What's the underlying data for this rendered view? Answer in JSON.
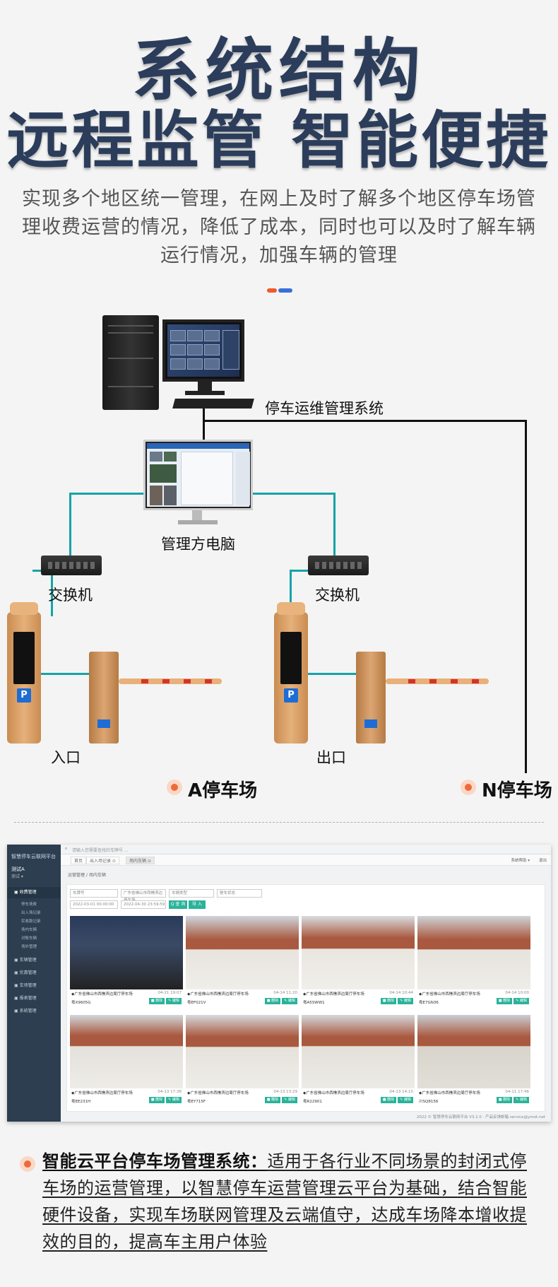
{
  "header": {
    "title_line1": "系统结构",
    "title_line2": "远程监管 智能便捷",
    "intro": "实现多个地区统一管理，在网上及时了解多个地区停车场管理收费运营的情况，降低了成本，同时也可以及时了解车辆运行情况，加强车辆的管理"
  },
  "diagram": {
    "ops_system_label": "停车运维管理系统",
    "manager_pc_label": "管理方电脑",
    "switch_left_label": "交换机",
    "switch_right_label": "交换机",
    "entrance_label": "入口",
    "exit_label": "出口",
    "lot_a_label": "A停车场",
    "lot_n_label": "N停车场",
    "kiosk_p_glyph": "P",
    "line_color": "#111111",
    "network_line_color": "#16a3a8"
  },
  "app": {
    "brand": "智慧停车云联网平台",
    "user": "测试A",
    "user_sub": "测试 ▾",
    "search_placeholder": "请输入您需要查找的车牌号 ...",
    "top_right_1": "系统帮助 ▾",
    "top_right_2": "退出",
    "tabs": [
      "首页",
      "出入场记录 ⊙",
      "场内车辆 ⊙"
    ],
    "breadcrumb": "运营管理 / 场内车辆",
    "sidebar": [
      {
        "label": "▣ 收费管理",
        "active": true
      },
      {
        "label": "▣ 车辆管理",
        "active": false
      },
      {
        "label": "▣ 优惠管理",
        "active": false
      },
      {
        "label": "▣ 车场管理",
        "active": false
      },
      {
        "label": "▣ 报表管理",
        "active": false
      },
      {
        "label": "▣ 系统管理",
        "active": false
      }
    ],
    "sidebar_sub": [
      "停车场费",
      "出入场记录",
      "实收款记录",
      "场内车辆",
      "对账车辆",
      "场外管理"
    ],
    "filters": {
      "plate_placeholder": "车牌号",
      "lot_select": "广东省佛山市西樵滨边停车场",
      "vehicle_type": "车辆类型",
      "park_status": "驶车状态",
      "date_from": "2022-03-01 00:00:00",
      "date_to": "2022-04-30 23:59:59",
      "query_btn": "Q 查 询",
      "import_btn": "导 入"
    },
    "cards": [
      {
        "loc": "◆广东省佛山市西樵滨边周厅停车场",
        "time": "04-21 19:07",
        "plate": "粤X9605G",
        "night": true
      },
      {
        "loc": "◆广东省佛山市西樵滨边周厅停车场",
        "time": "04-14 11:20",
        "plate": "粤EF021V",
        "night": false
      },
      {
        "loc": "◆广东省佛山市西樵滨边周厅停车场",
        "time": "04-14 10:44",
        "plate": "粤A5SWW1",
        "night": false
      },
      {
        "loc": "◆广东省佛山市西樵滨边周厅停车场",
        "time": "04-14 10:00",
        "plate": "粤E7GN36",
        "night": false
      },
      {
        "loc": "◆广东省佛山市西樵滨边周厅停车场",
        "time": "04-13 17:38",
        "plate": "粤EE231H",
        "night": false
      },
      {
        "loc": "◆广东省佛山市西樵滨边周厅停车场",
        "time": "04-13 13:29",
        "plate": "粤EY715F",
        "night": false
      },
      {
        "loc": "◆广东省佛山市西樵滨边周厅停车场",
        "time": "04-13 14:10",
        "plate": "粤R22901",
        "night": false
      },
      {
        "loc": "◆广东省佛山市西樵滨边周厅停车场",
        "time": "04-11 17:46",
        "plate": "川SQ8156",
        "night": false
      }
    ],
    "card_btn_1": "■ 删除",
    "card_btn_2": "✎ 编辑",
    "footer": "2022 © 智慧停车云联网平台 V3.2.0 · 产品反馈邮箱 service@ymot.net"
  },
  "bottom": {
    "highlight": "智能云平台停车场管理系统：",
    "text": "适用于各行业不同场景的封闭式停车场的运营管理，以智慧停车运营管理云平台为基础，结合智能硬件设备，实现车场联网管理及云端值守，达成车场降本增收提效的目的，提高车主用户体验"
  }
}
